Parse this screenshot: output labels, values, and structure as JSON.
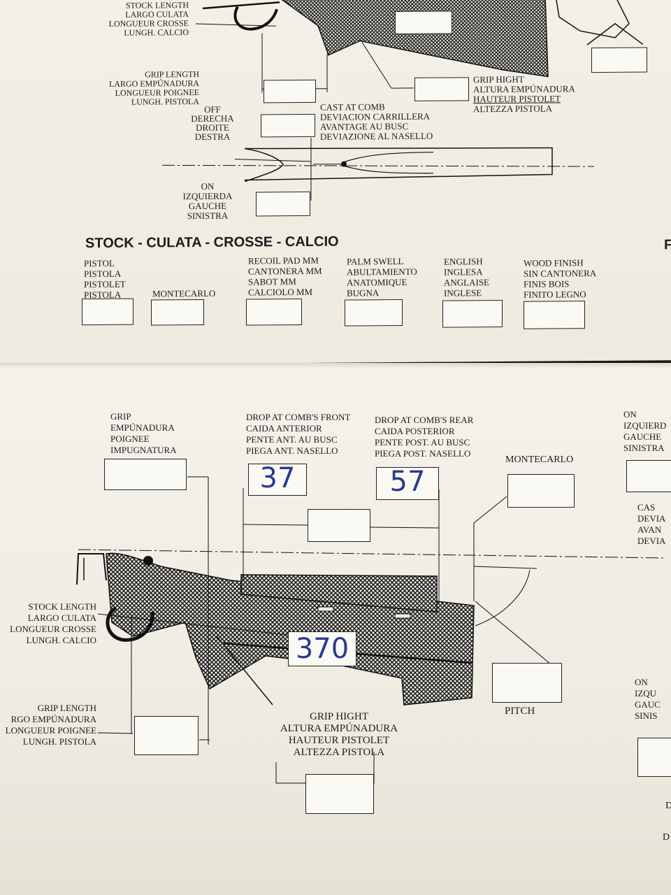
{
  "top": {
    "stock_length": [
      "STOCK LENGTH",
      "LARGO CULATA",
      "LONGUEUR CROSSE",
      "LUNGH. CALCIO"
    ],
    "grip_length": [
      "GRIP LENGTH",
      "LARGO EMPÚNADURA",
      "LONGUEUR POIGNEE",
      "LUNGH. PISTOLA"
    ],
    "grip_height": [
      "GRIP HIGHT",
      "ALTURA EMPÚNADURA",
      "HAUTEUR PISTOLET",
      "ALTEZZA PISTOLA"
    ],
    "off": [
      "OFF",
      "DERECHA",
      "DROITE",
      "DESTRA"
    ],
    "cast_at_comb": [
      "CAST AT COMB",
      "DEVIACION CARRILLERA",
      "AVANTAGE AU BUSC",
      "DEVIAZIONE AL NASELLO"
    ],
    "on": [
      "ON",
      "IZQUIERDA",
      "GAUCHE",
      "SINISTRA"
    ]
  },
  "stock_section": {
    "heading": "STOCK - CULATA - CROSSE - CALCIO",
    "edge_letter": "F",
    "options": [
      {
        "lines": [
          "PISTOL",
          "PISTOLA",
          "PISTOLET",
          "PISTOLA"
        ]
      },
      {
        "lines": [
          "MONTECARLO"
        ]
      },
      {
        "lines": [
          "RECOIL PAD mm",
          "CANTONERA mm",
          "SABOT mm",
          "CALCIOLO mm"
        ]
      },
      {
        "lines": [
          "PALM SWELL",
          "ABULTAMIENTO",
          "ANATOMIQUE",
          "BUGNA"
        ]
      },
      {
        "lines": [
          "ENGLISH",
          "INGLESA",
          "ANGLAISE",
          "INGLESE"
        ]
      },
      {
        "lines": [
          "WOOD FINISH",
          "SIN CANTONERA",
          "FINIS BOIS",
          "FINITO LEGNO"
        ]
      }
    ]
  },
  "bottom": {
    "grip": [
      "GRIP",
      "EMPÚNADURA",
      "POIGNEE",
      "IMPUGNATURA"
    ],
    "drop_front": [
      "DROP AT COMB'S FRONT",
      "CAIDA ANTERIOR",
      "PENTE ANT. AU BUSC",
      "PIEGA ANT. NASELLO"
    ],
    "drop_rear": [
      "DROP AT COMB'S REAR",
      "CAIDA POSTERIOR",
      "PENTE POST. AU BUSC",
      "PIEGA POST. NASELLO"
    ],
    "montecarlo": "MONTECARLO",
    "on_right": [
      "ON",
      "IZQUIERD",
      "GAUCHE",
      "SINISTRA"
    ],
    "cast_right": [
      "CAS",
      "DEVIA",
      "AVAN",
      "DEVIA"
    ],
    "stock_length": [
      "STOCK LENGTH",
      "LARGO CULATA",
      "LONGUEUR CROSSE",
      "LUNGH. CALCIO"
    ],
    "grip_length": [
      "GRIP LENGTH",
      "RGO EMPÚNADURA",
      "LONGUEUR POIGNEE",
      "LUNGH. PISTOLA"
    ],
    "grip_height": [
      "GRIP HIGHT",
      "ALTURA EMPÚNADURA",
      "HAUTEUR PISTOLET",
      "ALTEZZA PISTOLA"
    ],
    "pitch": "PITCH",
    "on_right_lower": [
      "ON",
      "IZQU",
      "GAUC",
      "SINIS"
    ],
    "edge_letters": [
      "D",
      "D"
    ],
    "values": {
      "drop_front": "37",
      "drop_rear": "57",
      "stock_length": "370"
    }
  }
}
